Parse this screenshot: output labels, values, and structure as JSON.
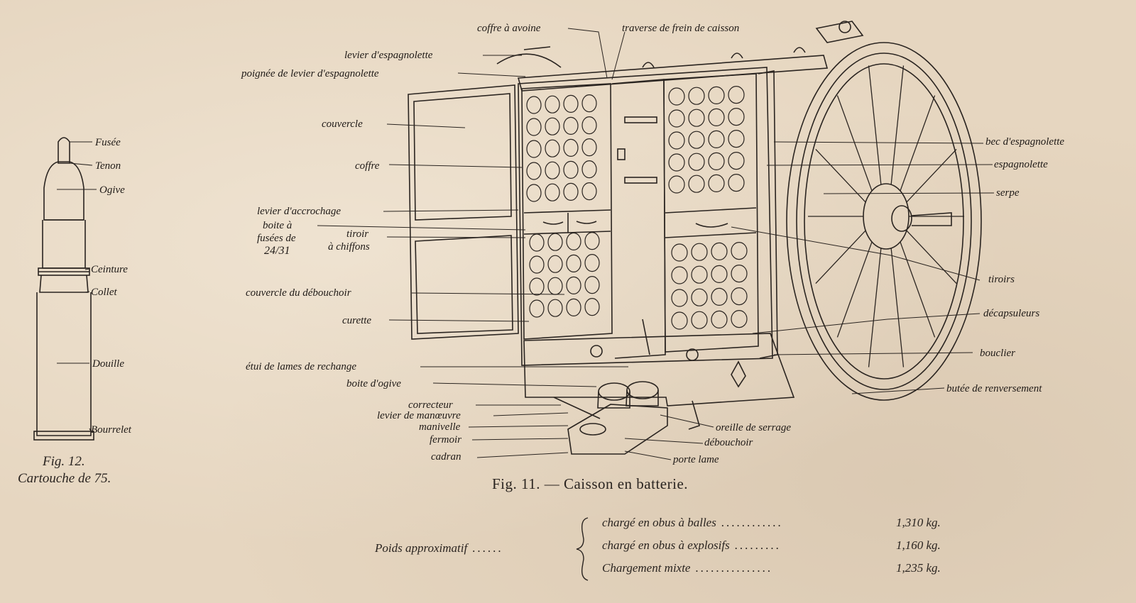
{
  "fig12": {
    "labels": {
      "fusee": "Fusée",
      "tenon": "Tenon",
      "ogive": "Ogive",
      "ceinture": "Ceinture",
      "collet": "Collet",
      "douille": "Douille",
      "bourrelet": "Bourrelet"
    },
    "caption_number": "Fig. 12.",
    "caption_title": "Cartouche de 75."
  },
  "fig11": {
    "caption": "Fig. 11. — Caisson en batterie.",
    "labels": {
      "coffre_a_avoine": "coffre à avoine",
      "traverse_de_frein": "traverse de frein de caisson",
      "levier_espagnolette": "levier d'espagnolette",
      "poignee_levier": "poignée de levier d'espagnolette",
      "couvercle": "couvercle",
      "coffre": "coffre",
      "levier_accrochage": "levier d'accrochage",
      "boite_a": "boite à",
      "fusees_de": "fusées de",
      "fusees_fraction": "24/31",
      "tiroir": "tiroir",
      "a_chiffons": "à chiffons",
      "couvercle_deboucheur": "couvercle du débouchoir",
      "curette": "curette",
      "etui_lames": "étui de lames de rechange",
      "boite_ogive": "boite d'ogive",
      "correcteur": "correcteur",
      "levier_manoeuvre": "levier de manœuvre",
      "manivelle": "manivelle",
      "fermoir": "fermoir",
      "cadran": "cadran",
      "bec_espagnolette": "bec d'espagnolette",
      "espagnolette": "espagnolette",
      "serpe": "serpe",
      "tiroirs": "tiroirs",
      "decapsuleurs": "décapsuleurs",
      "bouclier": "bouclier",
      "butee_renversement": "butée de renversement",
      "oreille_serrage": "oreille de serrage",
      "debouchoir": "débouchoir",
      "porte_lame": "porte lame"
    }
  },
  "weights": {
    "label": "Poids approximatif",
    "rows": [
      {
        "desc": "chargé en obus à balles",
        "value": "1,310 kg."
      },
      {
        "desc": "chargé en obus à explosifs",
        "value": "1,160 kg."
      },
      {
        "desc": "Chargement mixte",
        "value": "1,235 kg."
      }
    ]
  },
  "colors": {
    "paper": "#e6d6c0",
    "ink": "#2a2420"
  }
}
